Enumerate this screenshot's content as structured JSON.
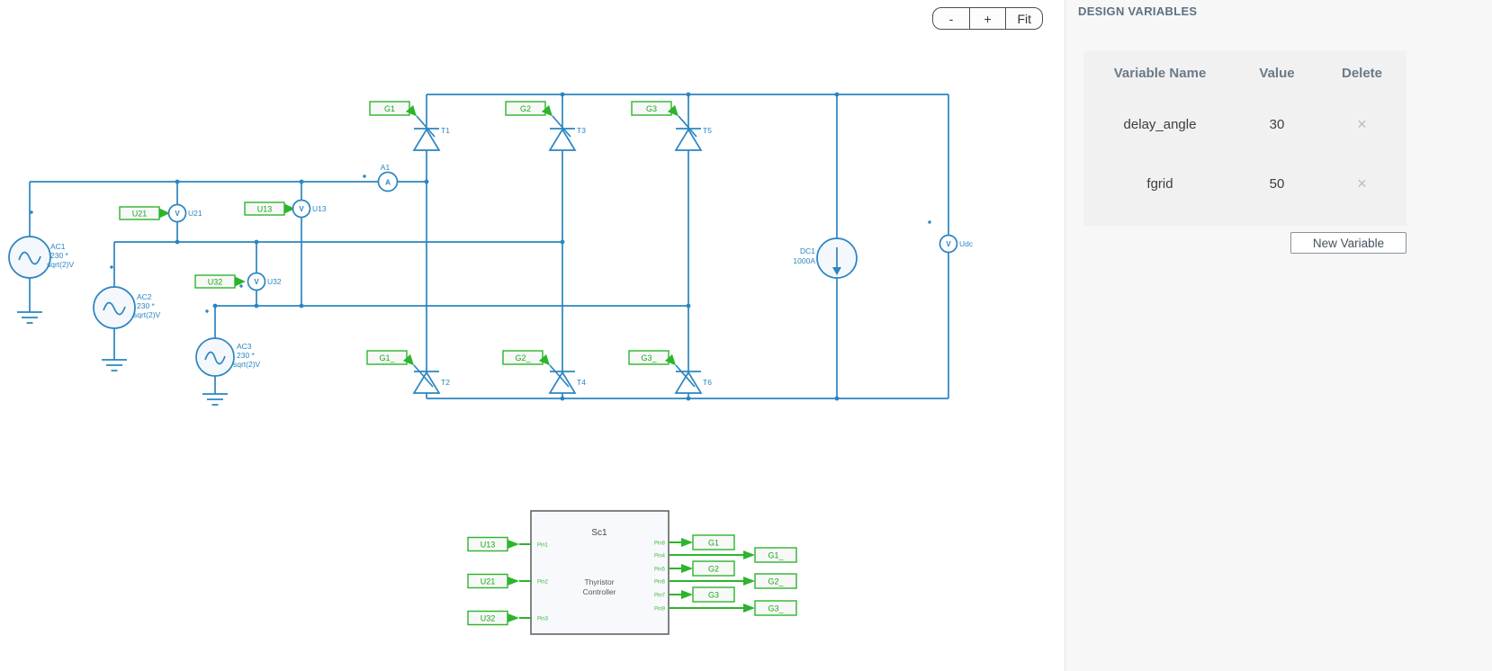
{
  "toolbar": {
    "zoom_out_label": "-",
    "zoom_in_label": "+",
    "fit_label": "Fit"
  },
  "design_panel": {
    "title": "DESIGN VARIABLES",
    "table": {
      "headers": [
        "Variable Name",
        "Value",
        "Delete"
      ],
      "rows": [
        {
          "name": "delay_angle",
          "value": "30",
          "delete_icon": "×"
        },
        {
          "name": "fgrid",
          "value": "50",
          "delete_icon": "×"
        }
      ]
    },
    "new_variable_label": "New Variable"
  },
  "schematic": {
    "ac_sources": [
      {
        "name": "AC1",
        "line1": "230 *",
        "line2": "sqrt(2)V"
      },
      {
        "name": "AC2",
        "line1": "230 *",
        "line2": "sqrt(2)V"
      },
      {
        "name": "AC3",
        "line1": "230 *",
        "line2": "sqrt(2)V"
      }
    ],
    "dc_source": {
      "name": "DC1",
      "value": "1000A"
    },
    "thyristors": {
      "top": [
        "T1",
        "T3",
        "T5"
      ],
      "bottom": [
        "T2",
        "T4",
        "T6"
      ]
    },
    "gate_tags": {
      "top": [
        "G1",
        "G2",
        "G3"
      ],
      "bottom": [
        "G1_",
        "G2_",
        "G3_"
      ]
    },
    "meters": {
      "u21": "U21",
      "u13": "U13",
      "u32": "U32",
      "udc": "Udc",
      "a1": "A1",
      "volt_symbol": "V",
      "amp_symbol": "A"
    },
    "controller": {
      "name": "Sc1",
      "type_line1": "Thyristor",
      "type_line2": "Controller",
      "inputs": [
        {
          "tag": "U13",
          "pin": "Pin1"
        },
        {
          "tag": "U21",
          "pin": "Pin2"
        },
        {
          "tag": "U32",
          "pin": "Pin3"
        }
      ],
      "outputs": [
        {
          "tag": "G1",
          "pin": "Pin8"
        },
        {
          "tag": "G1_",
          "pin": "Pin4"
        },
        {
          "tag": "G2",
          "pin": "Pin5"
        },
        {
          "tag": "G2_",
          "pin": "Pin6"
        },
        {
          "tag": "G3",
          "pin": "Pin7"
        },
        {
          "tag": "G3_",
          "pin": "Pin9"
        }
      ]
    }
  },
  "colors": {
    "wire_blue": "#2b85c1",
    "control_green": "#2db42d",
    "tag_text_green": "#1ea51e",
    "panel_title": "#5d7183",
    "accent_slate": "#44525e"
  }
}
